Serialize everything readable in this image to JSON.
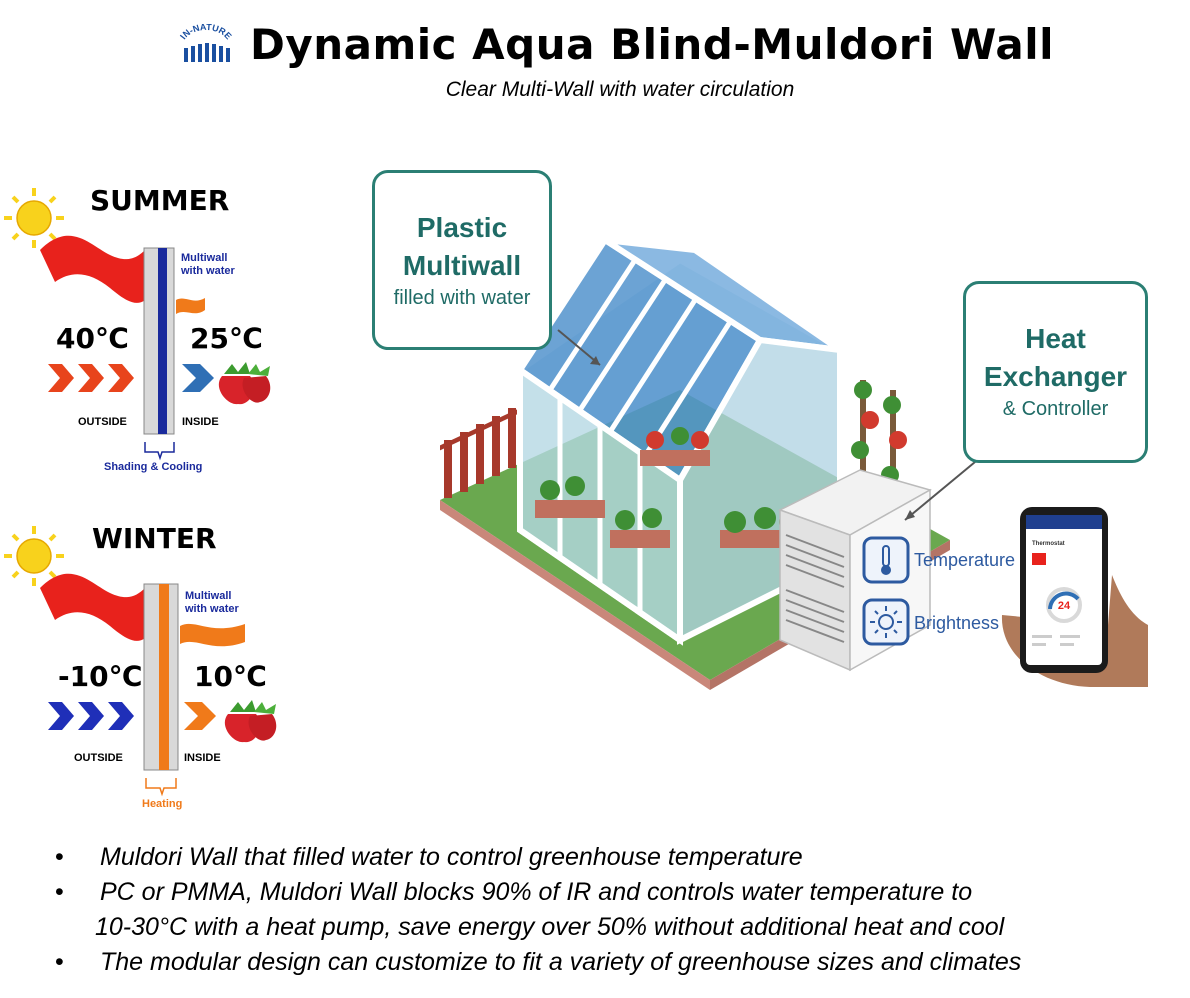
{
  "header": {
    "logo_text": "IN-NATURE",
    "title": "Dynamic Aqua Blind-Muldori Wall",
    "subtitle": "Clear Multi-Wall with water circulation"
  },
  "summer": {
    "title": "SUMMER",
    "wall_label_line1": "Multiwall",
    "wall_label_line2": "with water",
    "outside_temp": "40℃",
    "inside_temp": "25℃",
    "outside_label": "OUTSIDE",
    "inside_label": "INSIDE",
    "bottom_label": "Shading & Cooling"
  },
  "winter": {
    "title": "WINTER",
    "wall_label_line1": "Multiwall",
    "wall_label_line2": "with water",
    "outside_temp": "-10℃",
    "inside_temp": "10℃",
    "outside_label": "OUTSIDE",
    "inside_label": "INSIDE",
    "bottom_label": "Heating"
  },
  "callouts": {
    "multiwall": {
      "line1": "Plastic",
      "line2": "Multiwall",
      "line3": "filled with water"
    },
    "heat_exchanger": {
      "line1": "Heat",
      "line2": "Exchanger",
      "line3": "& Controller"
    }
  },
  "controller": {
    "temperature_label": "Temperature",
    "brightness_label": "Brightness"
  },
  "phone": {
    "screen_title": "Thermostat",
    "setpoint": "24"
  },
  "bullets": {
    "b1": "Muldori Wall that filled water to control greenhouse temperature",
    "b2_line1": "PC or PMMA, Muldori Wall blocks 90% of IR and controls water temperature to",
    "b2_line2": "10-30°C with a heat pump, save energy over 50% without additional heat and cool",
    "b3": "The modular design can customize to fit a variety of greenhouse sizes and climates",
    "marker": "•"
  },
  "colors": {
    "cool_blue": "#1a2a9c",
    "heat_orange": "#f07a1a",
    "sun_yellow": "#f8d21c",
    "callout_teal": "#2b7f74",
    "wind_red": "#e8221c"
  }
}
